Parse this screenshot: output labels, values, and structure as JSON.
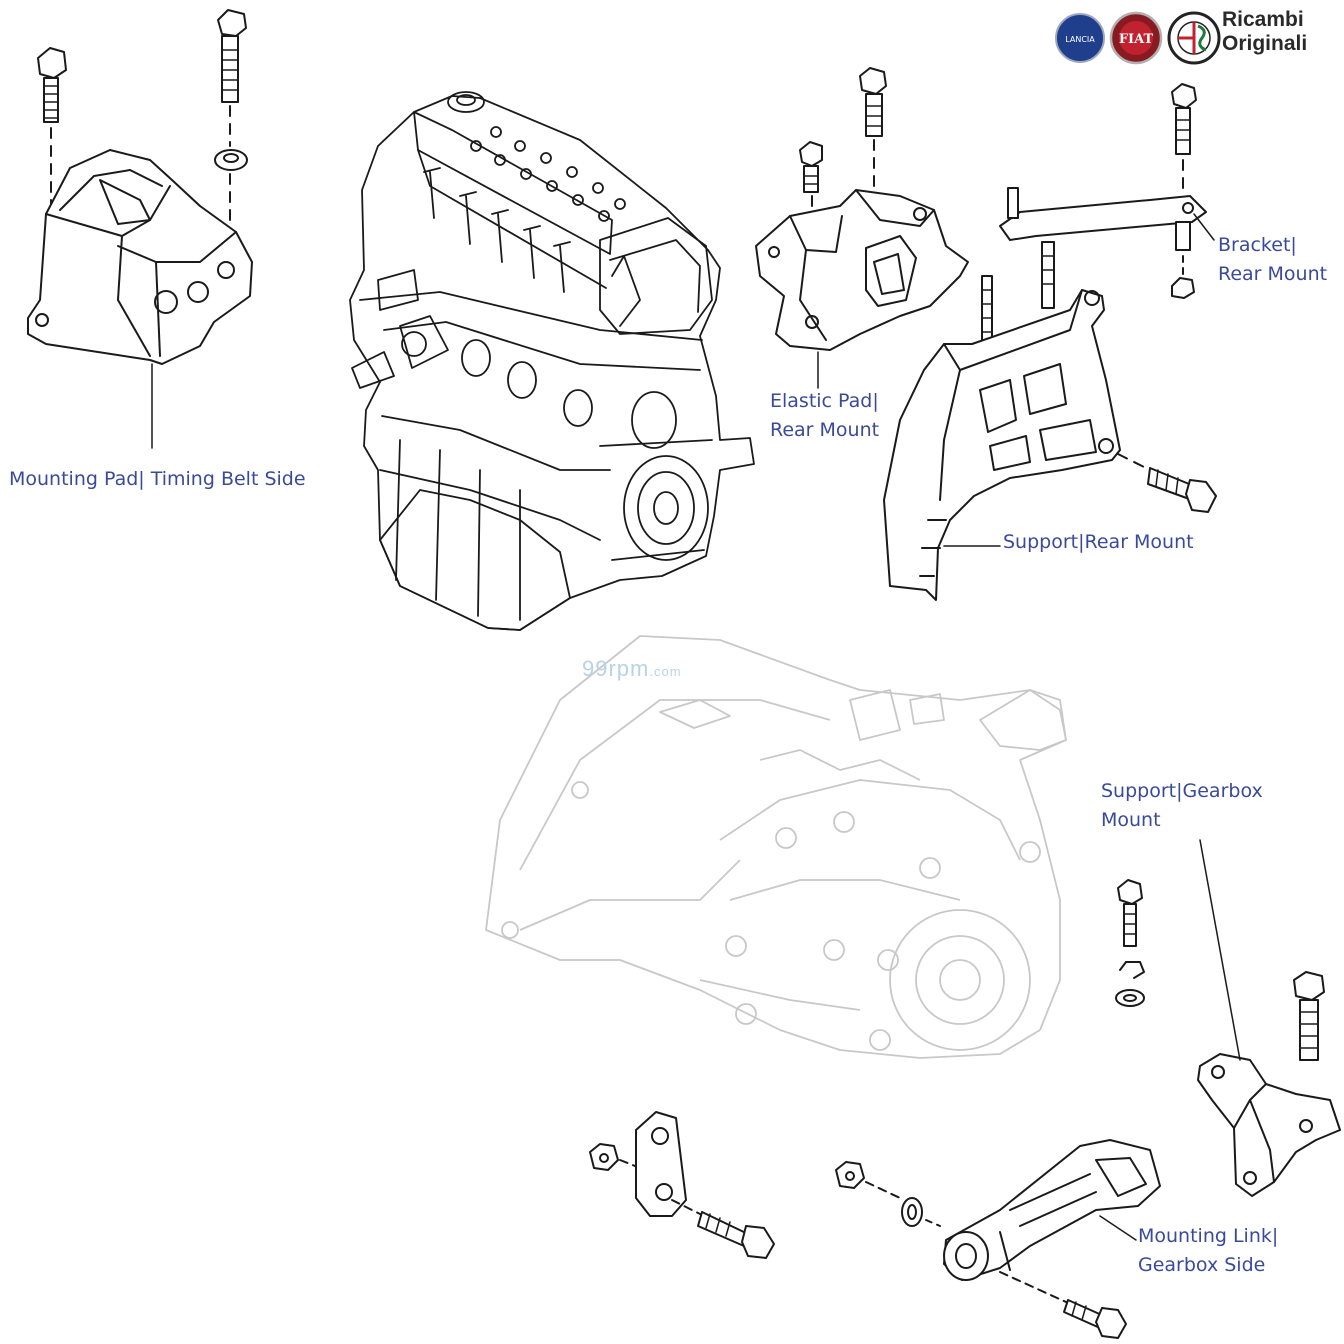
{
  "brand": {
    "logos": [
      "lancia-logo",
      "fiat-logo",
      "alfa-romeo-logo"
    ],
    "lancia_text": "LANCIA",
    "fiat_text": "FIAT",
    "line1": "Ricambi",
    "line2": "Originali"
  },
  "watermark": {
    "main": "99rpm",
    "suffix": ".com"
  },
  "labels": {
    "timing_pad": {
      "line1": "Mounting Pad| Timing Belt Side"
    },
    "elastic_pad": {
      "line1": "Elastic Pad|",
      "line2": "Rear  Mount"
    },
    "bracket": {
      "line1": "Bracket|",
      "line2": "Rear Mount"
    },
    "support_rear": {
      "line1": "Support|Rear Mount"
    },
    "support_gearbox": {
      "line1": "Support|Gearbox",
      "line2": "Mount"
    },
    "mounting_link": {
      "line1": "Mounting Link|",
      "line2": "Gearbox Side"
    }
  },
  "colors": {
    "label": "#3a4a9a",
    "line_art": "#1a1a1a",
    "gearbox_faded": "#c8c8c8"
  }
}
